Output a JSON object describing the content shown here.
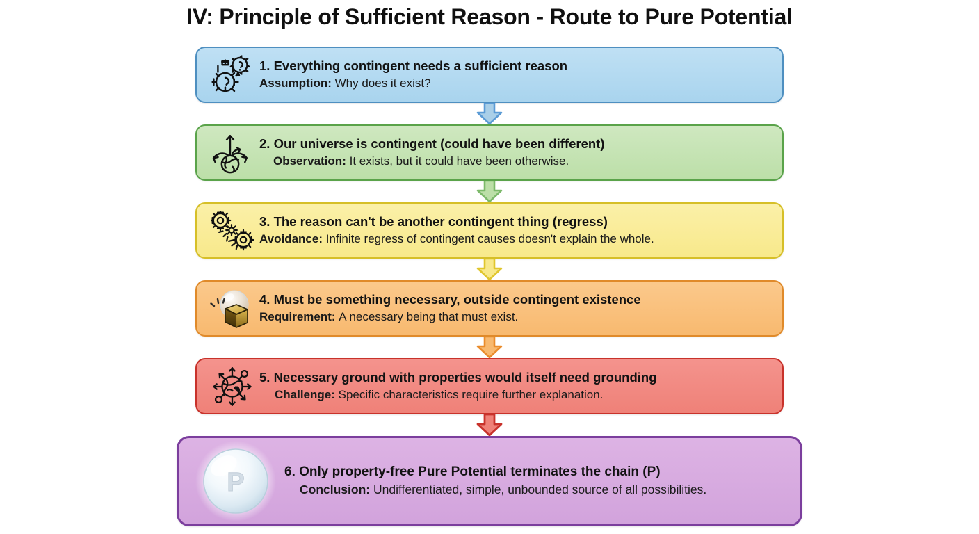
{
  "title": "IV: Principle of Sufficient Reason - Route to Pure Potential",
  "steps": [
    {
      "headline": "1. Everything contingent needs a sufficient reason",
      "label": "Assumption:",
      "detail": "Why does it exist?",
      "icon": "gears-question-icon",
      "fill_top": "#bfe0f4",
      "fill_bottom": "#a9d4ee",
      "border": "#4e8fc0",
      "arrow_color": "#5b9bd5"
    },
    {
      "headline": "2. Our universe is contingent (could have been different)",
      "label": "Observation:",
      "detail": "It exists, but it could have been otherwise.",
      "icon": "globe-branching-arrows-icon",
      "fill_top": "#cfe8c0",
      "fill_bottom": "#bcdfa8",
      "border": "#5aa34a",
      "arrow_color": "#7cb96a"
    },
    {
      "headline": "3. The reason can't be another contingent thing (regress)",
      "label": "Avoidance:",
      "detail": "Infinite regress of contingent causes doesn't explain the whole.",
      "icon": "cascading-gears-icon",
      "fill_top": "#fbf0a8",
      "fill_bottom": "#f8e98b",
      "border": "#d6bf28",
      "arrow_color": "#e8cf3a"
    },
    {
      "headline": "4. Must be something necessary, outside contingent existence",
      "label": "Requirement:",
      "detail": "A necessary being that must exist.",
      "icon": "golden-cube-sphere-icon",
      "fill_top": "#fbc98c",
      "fill_bottom": "#f8b96f",
      "border": "#e08a2a",
      "arrow_color": "#ef9a3c"
    },
    {
      "headline": "5. Necessary ground with properties would itself need grounding",
      "label": "Challenge:",
      "detail": "Specific characteristics require further explanation.",
      "icon": "radiating-sphere-network-icon",
      "fill_top": "#f4938d",
      "fill_bottom": "#ef8178",
      "border": "#c8322b",
      "arrow_color": "#cf3a31"
    },
    {
      "headline": "6. Only property-free Pure Potential terminates the chain (P)",
      "label": "Conclusion:",
      "detail": "Undifferentiated, simple, unbounded source of all possibilities.",
      "icon": "pure-potential-orb-icon",
      "orb_letter": "P",
      "fill_top": "#ddb3e4",
      "fill_bottom": "#d2a3dc",
      "border": "#7b3e9d",
      "arrow_color": ""
    }
  ]
}
